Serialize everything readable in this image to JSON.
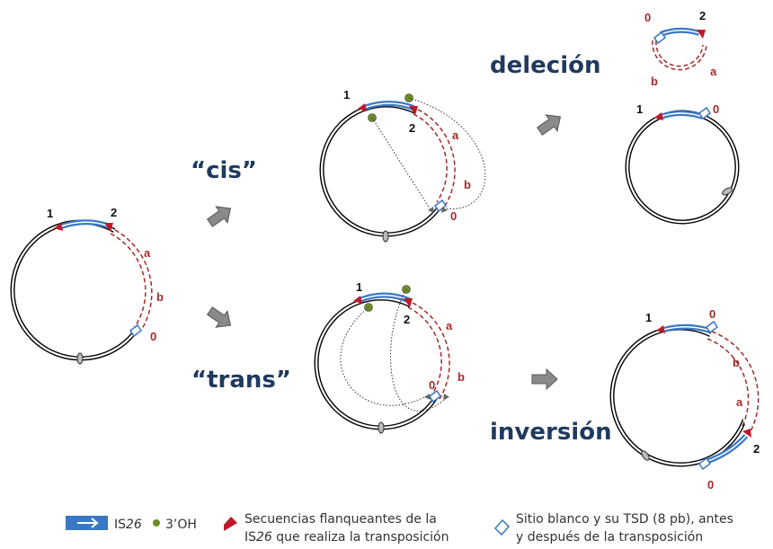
{
  "labels": {
    "cis": "“cis”",
    "trans": "“trans”",
    "delecion": "deleción",
    "inversion": "inversión",
    "one": "1",
    "two": "2",
    "zero": "0",
    "a": "a",
    "b": "b"
  },
  "legend": {
    "is26_label": "IS",
    "is26_num": "26",
    "oh_label": "3’OH",
    "flank_line1": "Secuencias flanqueantes de la",
    "flank_line2_pre": "IS",
    "flank_line2_num": "26",
    "flank_line2_post": " que realiza la transposición",
    "target_line1": "Sitio blanco y su TSD (8 pb), antes",
    "target_line2": "y después de la transposición"
  },
  "colors": {
    "is26_blue": "#3b78c4",
    "flank_red": "#c0182a",
    "dashed_red": "#a52a2a",
    "oh_green": "#6b8e23",
    "title_navy": "#1f3a5f",
    "arrow_gray": "#8a8a8a"
  }
}
